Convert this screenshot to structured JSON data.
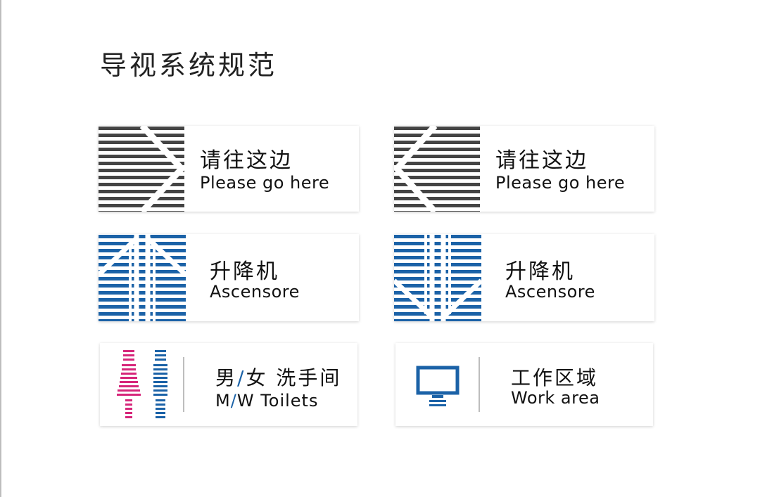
{
  "page": {
    "title": "导视系统规范"
  },
  "colors": {
    "gray": "#444444",
    "blue": "#1b62a7",
    "magenta": "#d6267a",
    "divider": "#bdbdbd"
  },
  "signs": {
    "go_right": {
      "zh": "请往这边",
      "en": "Please go here",
      "icon": "arrow-right-icon"
    },
    "go_left": {
      "zh": "请往这边",
      "en": "Please go here",
      "icon": "arrow-left-icon"
    },
    "elevator_up": {
      "zh": "升降机",
      "en": "Ascensore",
      "icon": "elevator-up-icon"
    },
    "elevator_down": {
      "zh": "升降机",
      "en": "Ascensore",
      "icon": "elevator-down-icon"
    },
    "toilets": {
      "zh_a": "男",
      "zh_sep": "/",
      "zh_b": "女",
      "zh_c": "洗手间",
      "en_a": "M",
      "en_sep": "/",
      "en_b": "W",
      "en_c": "Toilets",
      "icon": "toilet-man-woman-icon"
    },
    "work": {
      "zh": "工作区域",
      "en": "Work area",
      "icon": "monitor-icon"
    }
  }
}
